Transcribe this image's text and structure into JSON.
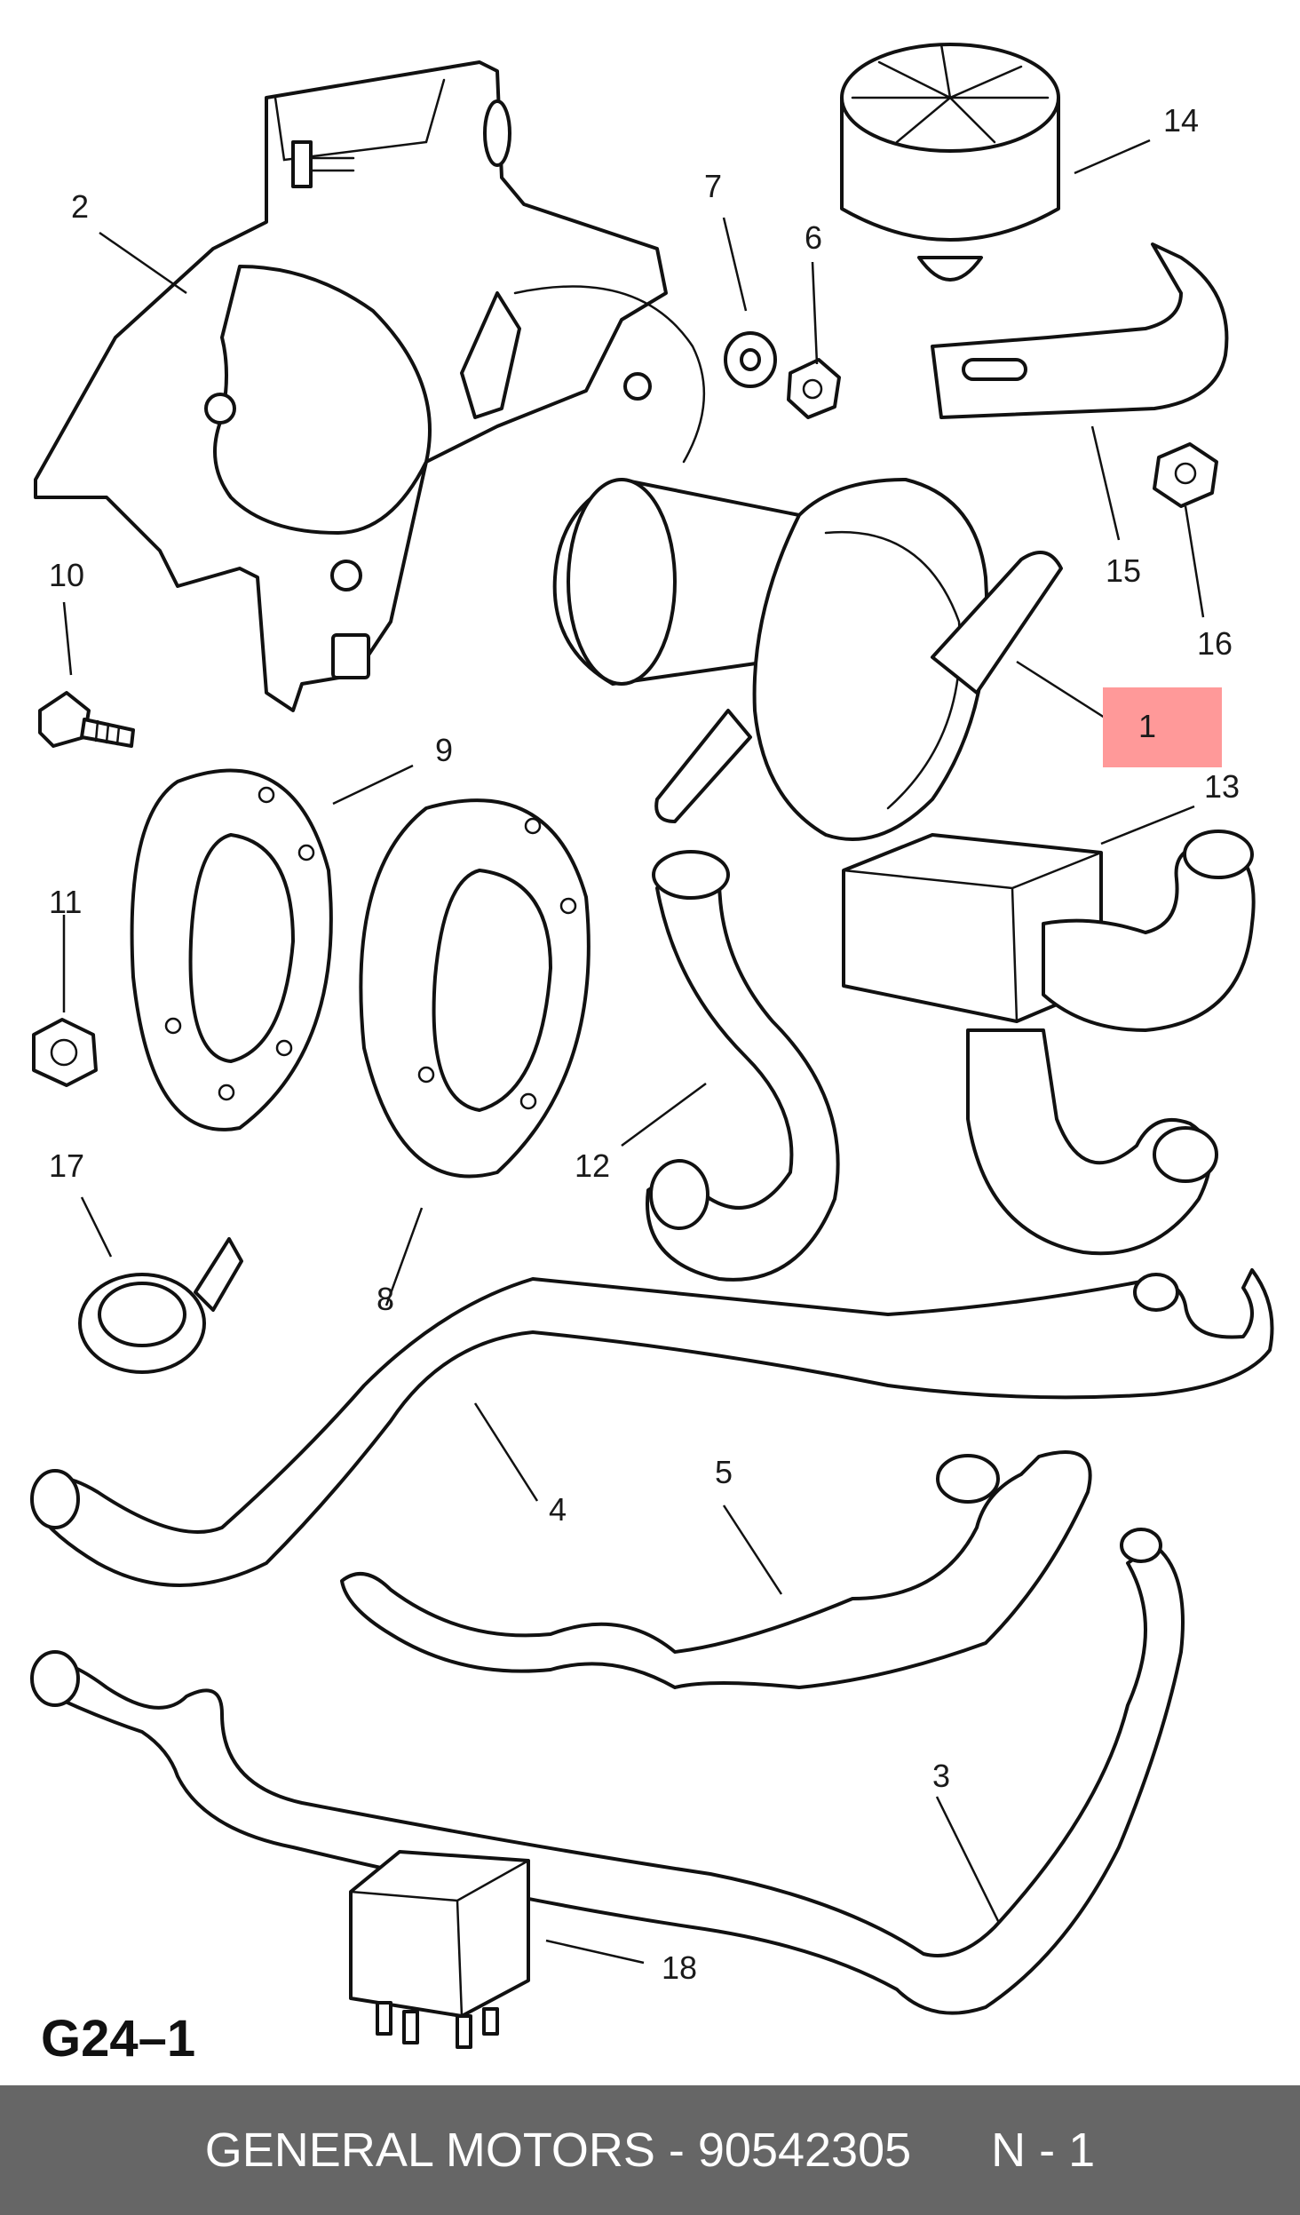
{
  "diagram": {
    "code": "G24–1",
    "highlight_color": "#ff9999",
    "highlighted_callout": "1",
    "callouts": {
      "c1": "1",
      "c2": "2",
      "c3": "3",
      "c4": "4",
      "c5": "5",
      "c6": "6",
      "c7": "7",
      "c8": "8",
      "c9": "9",
      "c10": "10",
      "c11": "11",
      "c12": "12",
      "c13": "13",
      "c14": "14",
      "c15": "15",
      "c16": "16",
      "c17": "17",
      "c18": "18"
    }
  },
  "footer": {
    "brand": "GENERAL MOTORS",
    "separator": " - ",
    "part_number": "90542305",
    "position": "N - 1",
    "background": "#666666"
  }
}
